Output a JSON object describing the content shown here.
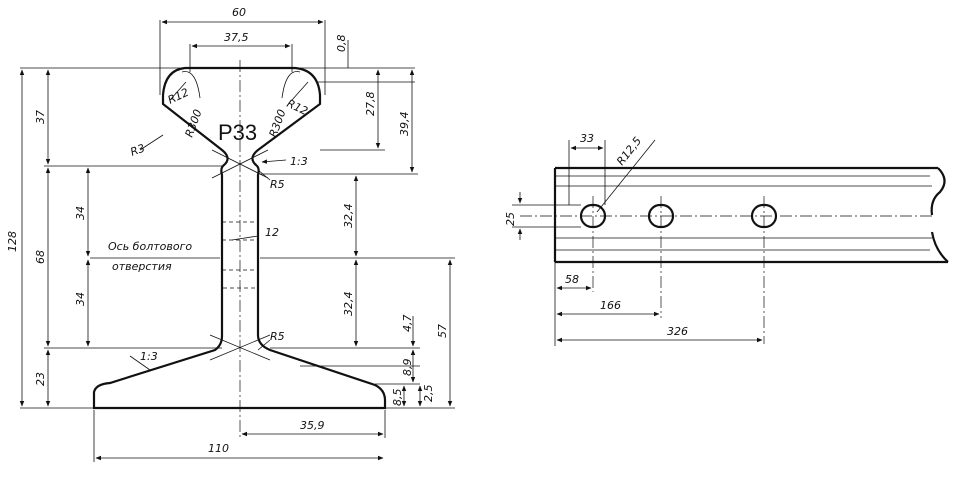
{
  "profile": {
    "designation": "Р33",
    "top_labels": {
      "overall_width": "60",
      "head_inner": "37,5",
      "head_dip": "0,8"
    },
    "radius_labels": {
      "head_left": "R12",
      "head_right": "R12",
      "crown_left": "R300",
      "crown_right": "R300",
      "head_edge": "R3",
      "fillet_top": "R5",
      "fillet_bottom": "R5"
    },
    "slope_labels": {
      "upper": "1:3",
      "lower": "1:3"
    },
    "left_dims": {
      "total_height": "128",
      "head_height": "37",
      "web_height": "68",
      "web_upper": "34",
      "web_lower": "34",
      "base_height": "23"
    },
    "right_dims": {
      "head_side": "27,8",
      "head_total": "39,4",
      "web_upper": "32,4",
      "web_lower": "32,4",
      "lower_total": "57",
      "foot_a": "4,7",
      "foot_b": "8,9",
      "foot_c": "2,5",
      "foot_d": "8,5"
    },
    "web_thickness": "12",
    "bolt_axis_label_line1": "Ось болтового",
    "bolt_axis_label_line2": "отверстия",
    "bottom_dims": {
      "half_base": "35,9",
      "base_width": "110"
    }
  },
  "side_view": {
    "hole_pitch": "33",
    "hole_radius": "R12,5",
    "hole_height": "25",
    "dim_first": "58",
    "dim_second": "166",
    "dim_third": "326"
  }
}
